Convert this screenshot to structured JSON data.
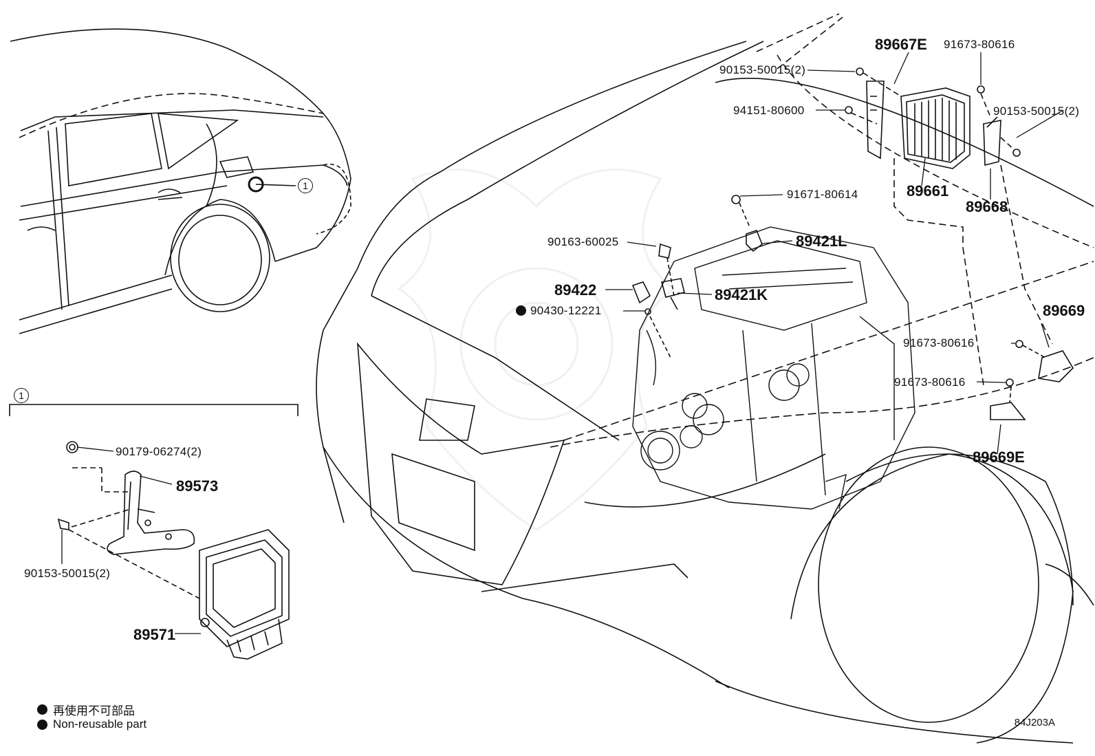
{
  "callout_marker": "1",
  "parts": {
    "p89667E": "89667E",
    "p91673_80616_top": "91673-80616",
    "p90153_50015_top": "90153-50015(2)",
    "p90153_50015_right": "90153-50015(2)",
    "p94151_80600": "94151-80600",
    "p89661": "89661",
    "p89668": "89668",
    "p91671_80614": "91671-80614",
    "p90163_60025": "90163-60025",
    "p89421L": "89421L",
    "p89422": "89422",
    "p89421K": "89421K",
    "p90430_12221": "90430-12221",
    "p89669": "89669",
    "p91673_80616_a": "91673-80616",
    "p91673_80616_b": "91673-80616",
    "p89669E": "89669E",
    "p90179_06274": "90179-06274(2)",
    "p89573": "89573",
    "p90153_50015_left": "90153-50015(2)",
    "p89571": "89571"
  },
  "legend": {
    "jp": "再使用不可部品",
    "en": "Non-reusable part"
  },
  "diagram_code": "84J203A"
}
